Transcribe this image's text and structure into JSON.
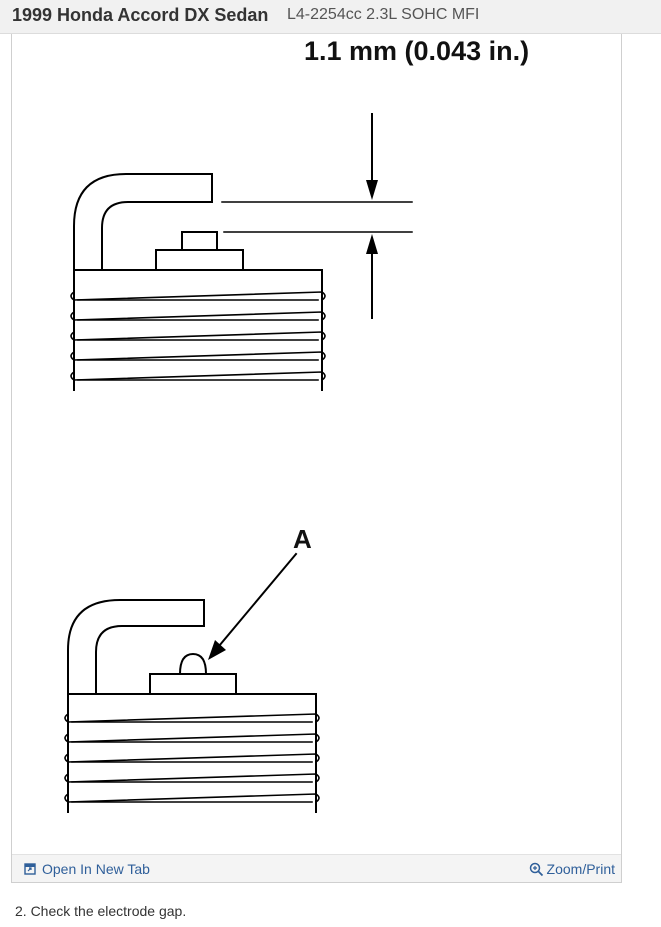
{
  "title": {
    "vehicle": "1999 Honda Accord DX Sedan",
    "engine": "L4-2254cc 2.3L SOHC MFI"
  },
  "figure": {
    "gap_label": "1.1 mm (0.043 in.)",
    "callout_label": "A"
  },
  "footer": {
    "open_label": "Open In New Tab",
    "open_icon": "external-link-icon",
    "zoom_label": "Zoom/Print",
    "zoom_icon": "zoom-in-icon",
    "link_color": "#2f5f9a"
  },
  "step": {
    "text": "2. Check the electrode gap."
  }
}
